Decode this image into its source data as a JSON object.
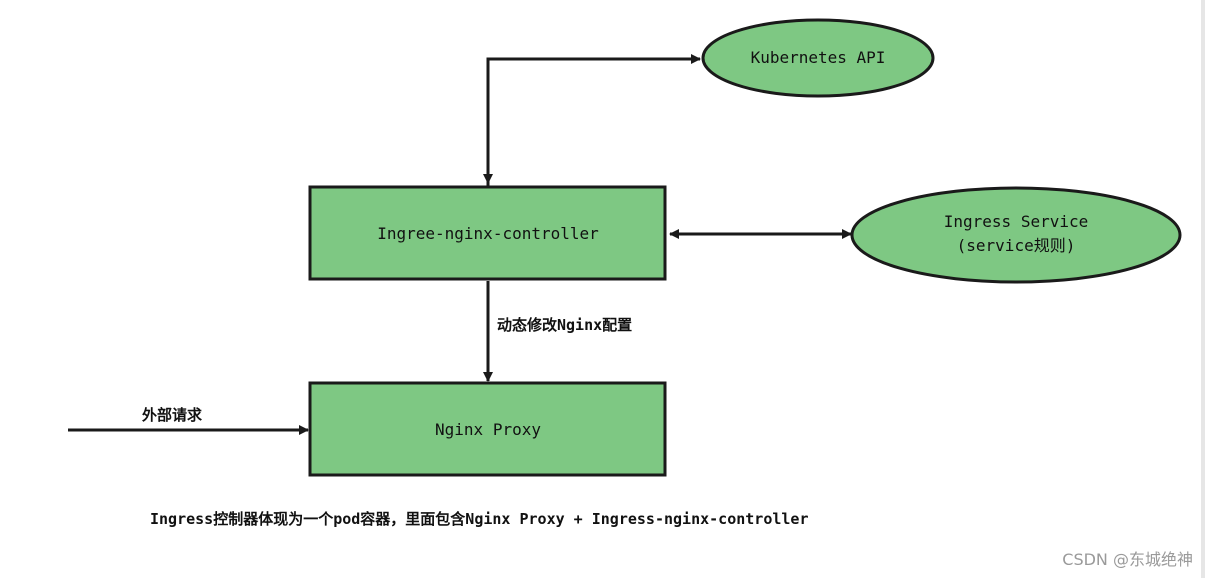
{
  "colors": {
    "node_fill": "#7ec883",
    "node_stroke": "#1a1a1a",
    "edge": "#1a1a1a"
  },
  "nodes": {
    "kubernetes_api": "Kubernetes API",
    "controller": "Ingree-nginx-controller",
    "ingress_service_line1": "Ingress Service",
    "ingress_service_line2": "(service规则)",
    "nginx_proxy": "Nginx Proxy"
  },
  "edges": {
    "dynamic_config": "动态修改Nginx配置",
    "external_request": "外部请求"
  },
  "caption": "Ingress控制器体现为一个pod容器，里面包含Nginx Proxy + Ingress-nginx-controller",
  "watermark": "CSDN @东城绝神"
}
